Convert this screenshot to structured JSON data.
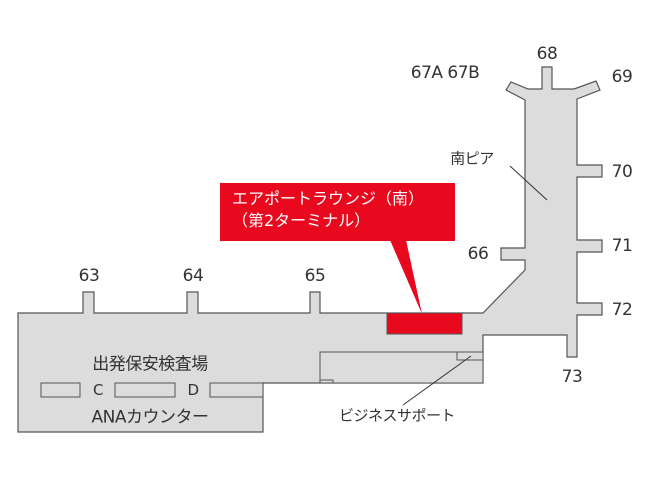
{
  "callout": {
    "line1": "エアポートラウンジ（南）",
    "line2": "（第2ターミナル）"
  },
  "gates": {
    "g63": "63",
    "g64": "64",
    "g65": "65",
    "g66": "66",
    "g67": "67A 67B",
    "g68": "68",
    "g69": "69",
    "g70": "70",
    "g71": "71",
    "g72": "72",
    "g73": "73"
  },
  "areas": {
    "south_pier": "南ピア",
    "security": "出発保安検査場",
    "counter_c": "C",
    "counter_d": "D",
    "ana_counter": "ANAカウンター",
    "business_support": "ビジネスサポート"
  },
  "colors": {
    "floor": "#dcdcdc",
    "outline": "#555555",
    "highlight": "#e8091f"
  }
}
